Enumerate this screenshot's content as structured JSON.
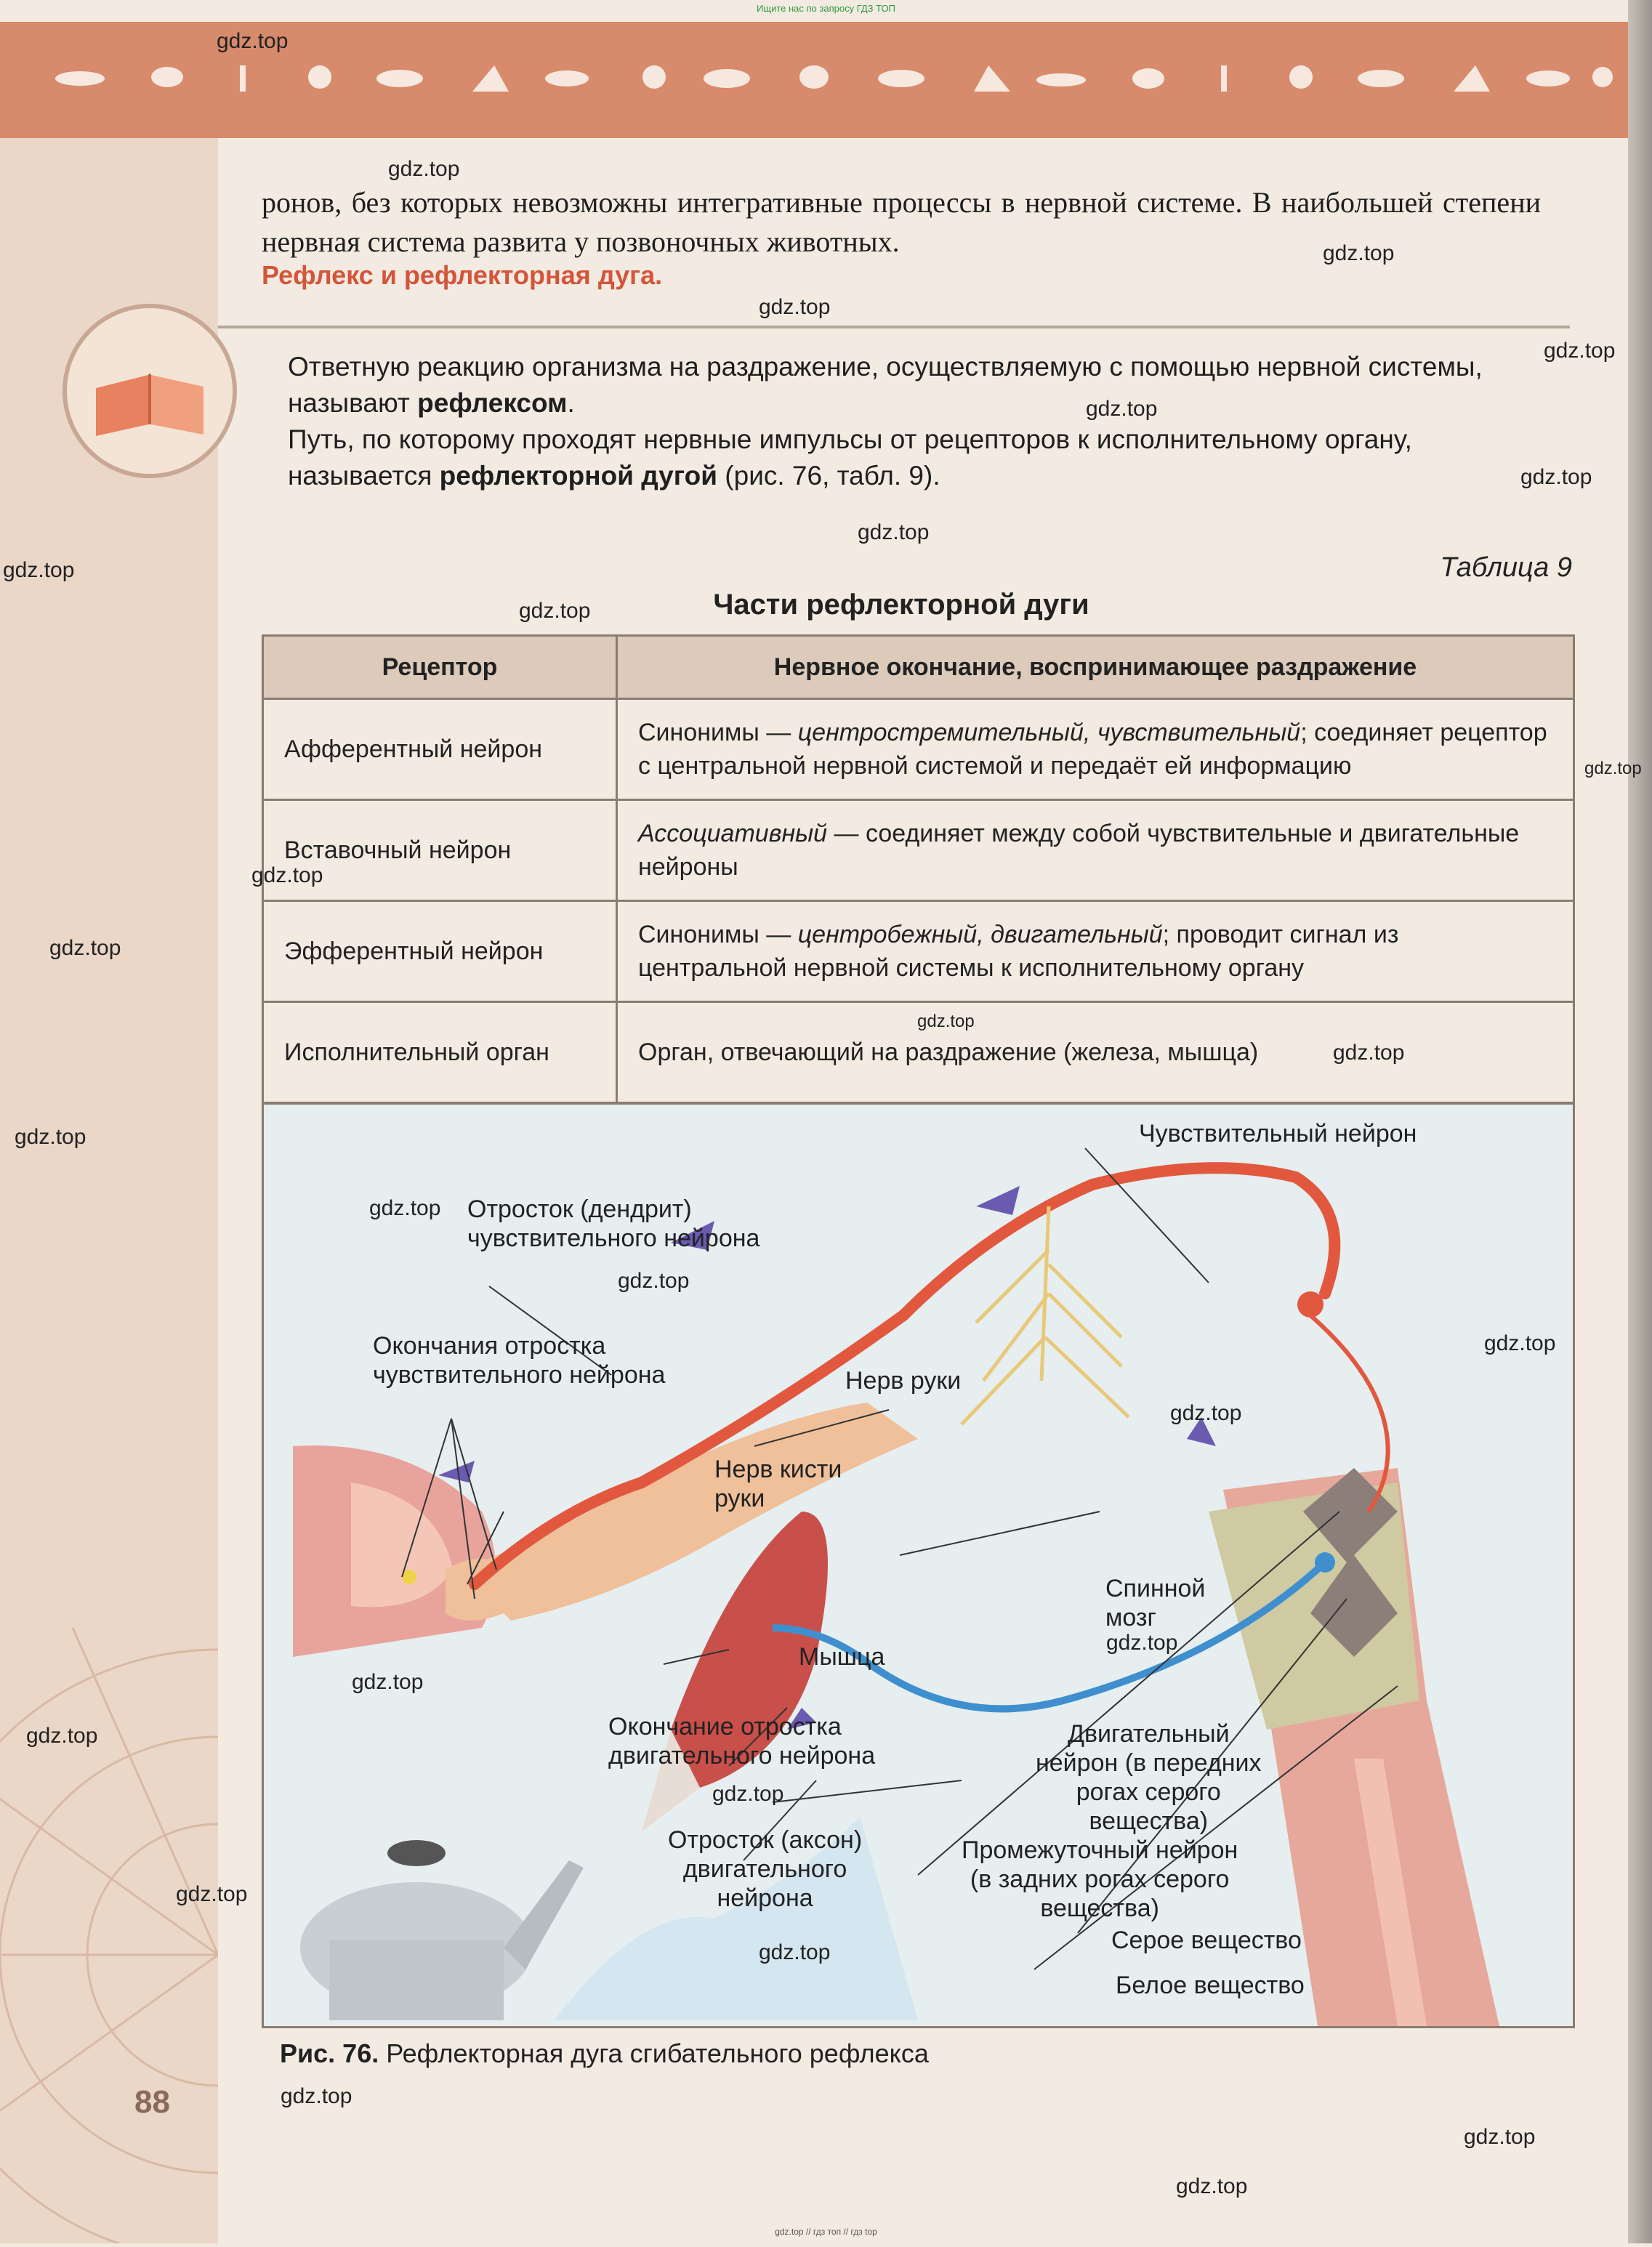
{
  "top_note": "Ищите нас по запросу ГДЗ ТОП",
  "bottom_note": "gdz.top // гдз топ // гдз top",
  "watermark": "gdz.top",
  "intro_text": "ронов, без которых невозможны интегративные процессы в нервной системе. В наибольшей степени нервная система развита у позвоночных животных.",
  "section_heading": "Рефлекс и рефлекторная дуга.",
  "definition": {
    "p1_start": "Ответную реакцию организма на раздражение, осуществляемую с помощью нервной системы, называют ",
    "p1_term": "рефлексом",
    "p1_end": ".",
    "p2_start": "Путь, по которому проходят нервные импульсы от рецепторов к исполнительному органу, называется ",
    "p2_term": "рефлекторной дугой",
    "p2_end": " (рис. 76, табл. 9)."
  },
  "table": {
    "label": "Таблица 9",
    "title": "Части рефлекторной дуги",
    "header": [
      "Рецептор",
      "Нервное окончание, воспринимающее раздражение"
    ],
    "rows": [
      {
        "part": "Афферентный нейрон",
        "pre": "Синонимы — ",
        "italic": "центростремительный, чувствительный",
        "post": "; соединяет рецептор с центральной нервной системой и передаёт ей информацию"
      },
      {
        "part": "Вставочный нейрон",
        "pre": "",
        "italic": "Ассоциативный",
        "post": " — соединяет между собой чувствительные и двигательные нейроны"
      },
      {
        "part": "Эфферентный нейрон",
        "pre": "Синонимы — ",
        "italic": "центробежный, двигательный",
        "post": "; проводит сигнал из центральной нервной системы к исполнительному органу"
      },
      {
        "part": "Исполнительный орган",
        "pre": "",
        "italic": "",
        "post": "Орган, отвечающий на раздражение (железа, мышца)"
      }
    ]
  },
  "figure": {
    "labels": {
      "sensory_neuron": "Чувствительный нейрон",
      "dendrite_1": "Отросток (дендрит)",
      "dendrite_2": "чувствительного нейрона",
      "endings_1": "Окончания отростка",
      "endings_2": "чувствительного нейрона",
      "arm_nerve": "Нерв руки",
      "hand_nerve_1": "Нерв кисти",
      "hand_nerve_2": "руки",
      "spinal_1": "Спинной",
      "spinal_2": "мозг",
      "muscle": "Мышца",
      "motor_ending_1": "Окончание отростка",
      "motor_ending_2": "двигательного нейрона",
      "motor_neuron_1": "Двигательный",
      "motor_neuron_2": "нейрон (в передних",
      "motor_neuron_3": "рогах серого",
      "motor_neuron_4": "вещества)",
      "axon_1": "Отросток (аксон)",
      "axon_2": "двигательного",
      "axon_3": "нейрона",
      "inter_1": "Промежуточный нейрон",
      "inter_2": "(в задних рогах серого",
      "inter_3": "вещества)",
      "gray": "Серое вещество",
      "white": "Белое вещество"
    },
    "caption_num": "Рис. 76.",
    "caption_text": " Рефлекторная дуга сгибательного рефлекса"
  },
  "page_number": "88",
  "colors": {
    "header": "#d88a6c",
    "heading": "#d4553a",
    "table_header": "#dccabb"
  }
}
